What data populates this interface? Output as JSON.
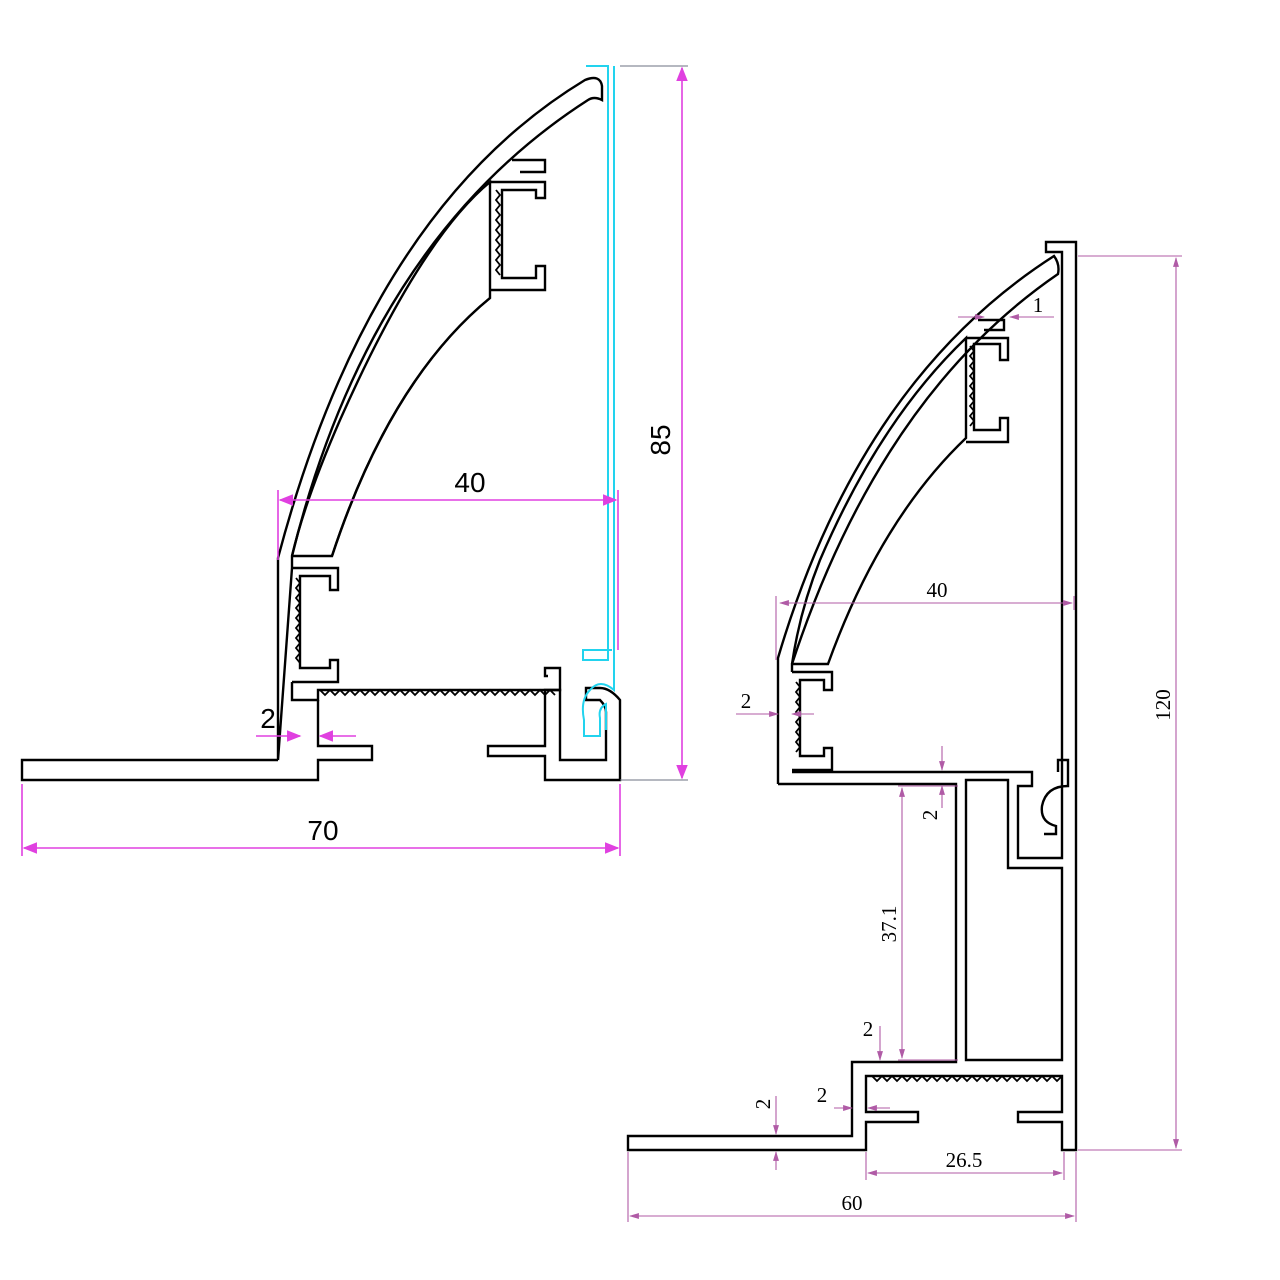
{
  "profiles": [
    {
      "id": "profile-a",
      "dimensions": {
        "height": "85",
        "inner_width": "40",
        "total_width": "70",
        "wall": "2"
      }
    },
    {
      "id": "profile-b",
      "dimensions": {
        "height": "120",
        "inner_width": "40",
        "total_width": "60",
        "lip": "1",
        "wall_left": "2",
        "wall_mid": "2",
        "post_height": "37.1",
        "wall_step": "2",
        "wall_step_inner": "2",
        "base_thickness": "2",
        "channel_width": "26.5"
      }
    }
  ],
  "colors": {
    "outline": "#000000",
    "lens_edge": "#22d3ee",
    "dimension_a": "#e040e0",
    "dimension_b": "#b05ba6"
  }
}
